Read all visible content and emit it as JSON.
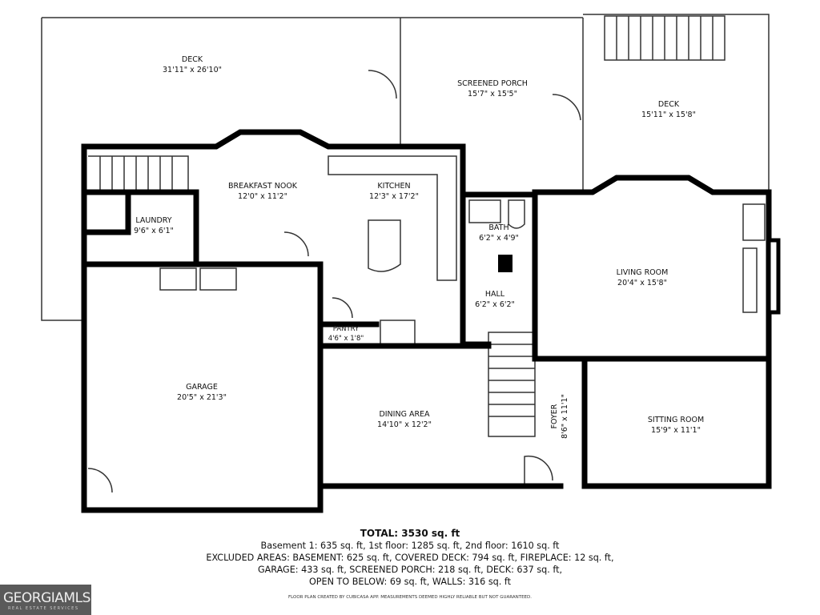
{
  "rooms": {
    "deck_left": {
      "name": "DECK",
      "dims": "31'11\" x 26'10\""
    },
    "screened_porch": {
      "name": "SCREENED PORCH",
      "dims": "15'7\" x 15'5\""
    },
    "deck_right": {
      "name": "DECK",
      "dims": "15'11\" x 15'8\""
    },
    "breakfast_nook": {
      "name": "BREAKFAST NOOK",
      "dims": "12'0\" x 11'2\""
    },
    "kitchen": {
      "name": "KITCHEN",
      "dims": "12'3\" x 17'2\""
    },
    "laundry": {
      "name": "LAUNDRY",
      "dims": "9'6\" x 6'1\""
    },
    "bath": {
      "name": "BATH",
      "dims": "6'2\" x 4'9\""
    },
    "living_room": {
      "name": "LIVING ROOM",
      "dims": "20'4\" x 15'8\""
    },
    "hall": {
      "name": "HALL",
      "dims": "6'2\" x 6'2\""
    },
    "pantry": {
      "name": "PANTRY",
      "dims": "4'6\" x 1'8\""
    },
    "garage": {
      "name": "GARAGE",
      "dims": "20'5\" x 21'3\""
    },
    "dining_area": {
      "name": "DINING AREA",
      "dims": "14'10\" x 12'2\""
    },
    "foyer": {
      "name": "FOYER",
      "dims": "8'6\" x 11'1\""
    },
    "sitting_room": {
      "name": "SITTING ROOM",
      "dims": "15'9\" x 11'1\""
    }
  },
  "totals": {
    "total": "TOTAL: 3530 sq. ft",
    "line1": "Basement 1: 635 sq. ft, 1st floor: 1285 sq. ft, 2nd floor: 1610 sq. ft",
    "line2": "EXCLUDED AREAS: BASEMENT: 625 sq. ft, COVERED DECK: 794 sq. ft, FIREPLACE: 12 sq. ft,",
    "line3": "GARAGE: 433 sq. ft, SCREENED PORCH: 218 sq. ft, DECK: 637 sq. ft,",
    "line4": "OPEN TO BELOW: 69 sq. ft, WALLS: 316 sq. ft"
  },
  "credit": "FLOOR PLAN CREATED BY CUBICASA APP. MEASUREMENTS DEEMED HIGHLY RELIABLE BUT NOT GUARANTEED.",
  "logo": {
    "main": "GEORGIAMLS",
    "sub": "REAL ESTATE SERVICES"
  }
}
